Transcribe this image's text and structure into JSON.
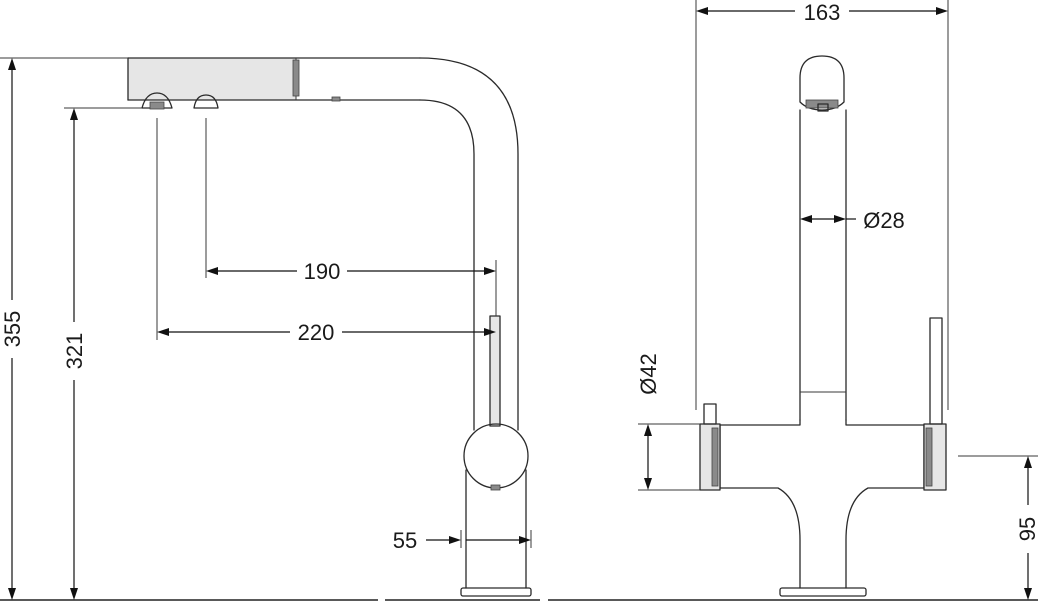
{
  "dimensions": {
    "overall_height": "355",
    "spout_height": "321",
    "reach_spray": "190",
    "reach_outlet": "220",
    "base_diameter": "55",
    "body_width": "163",
    "spout_diameter": "Ø28",
    "body_diameter": "Ø42",
    "handle_height": "95"
  }
}
